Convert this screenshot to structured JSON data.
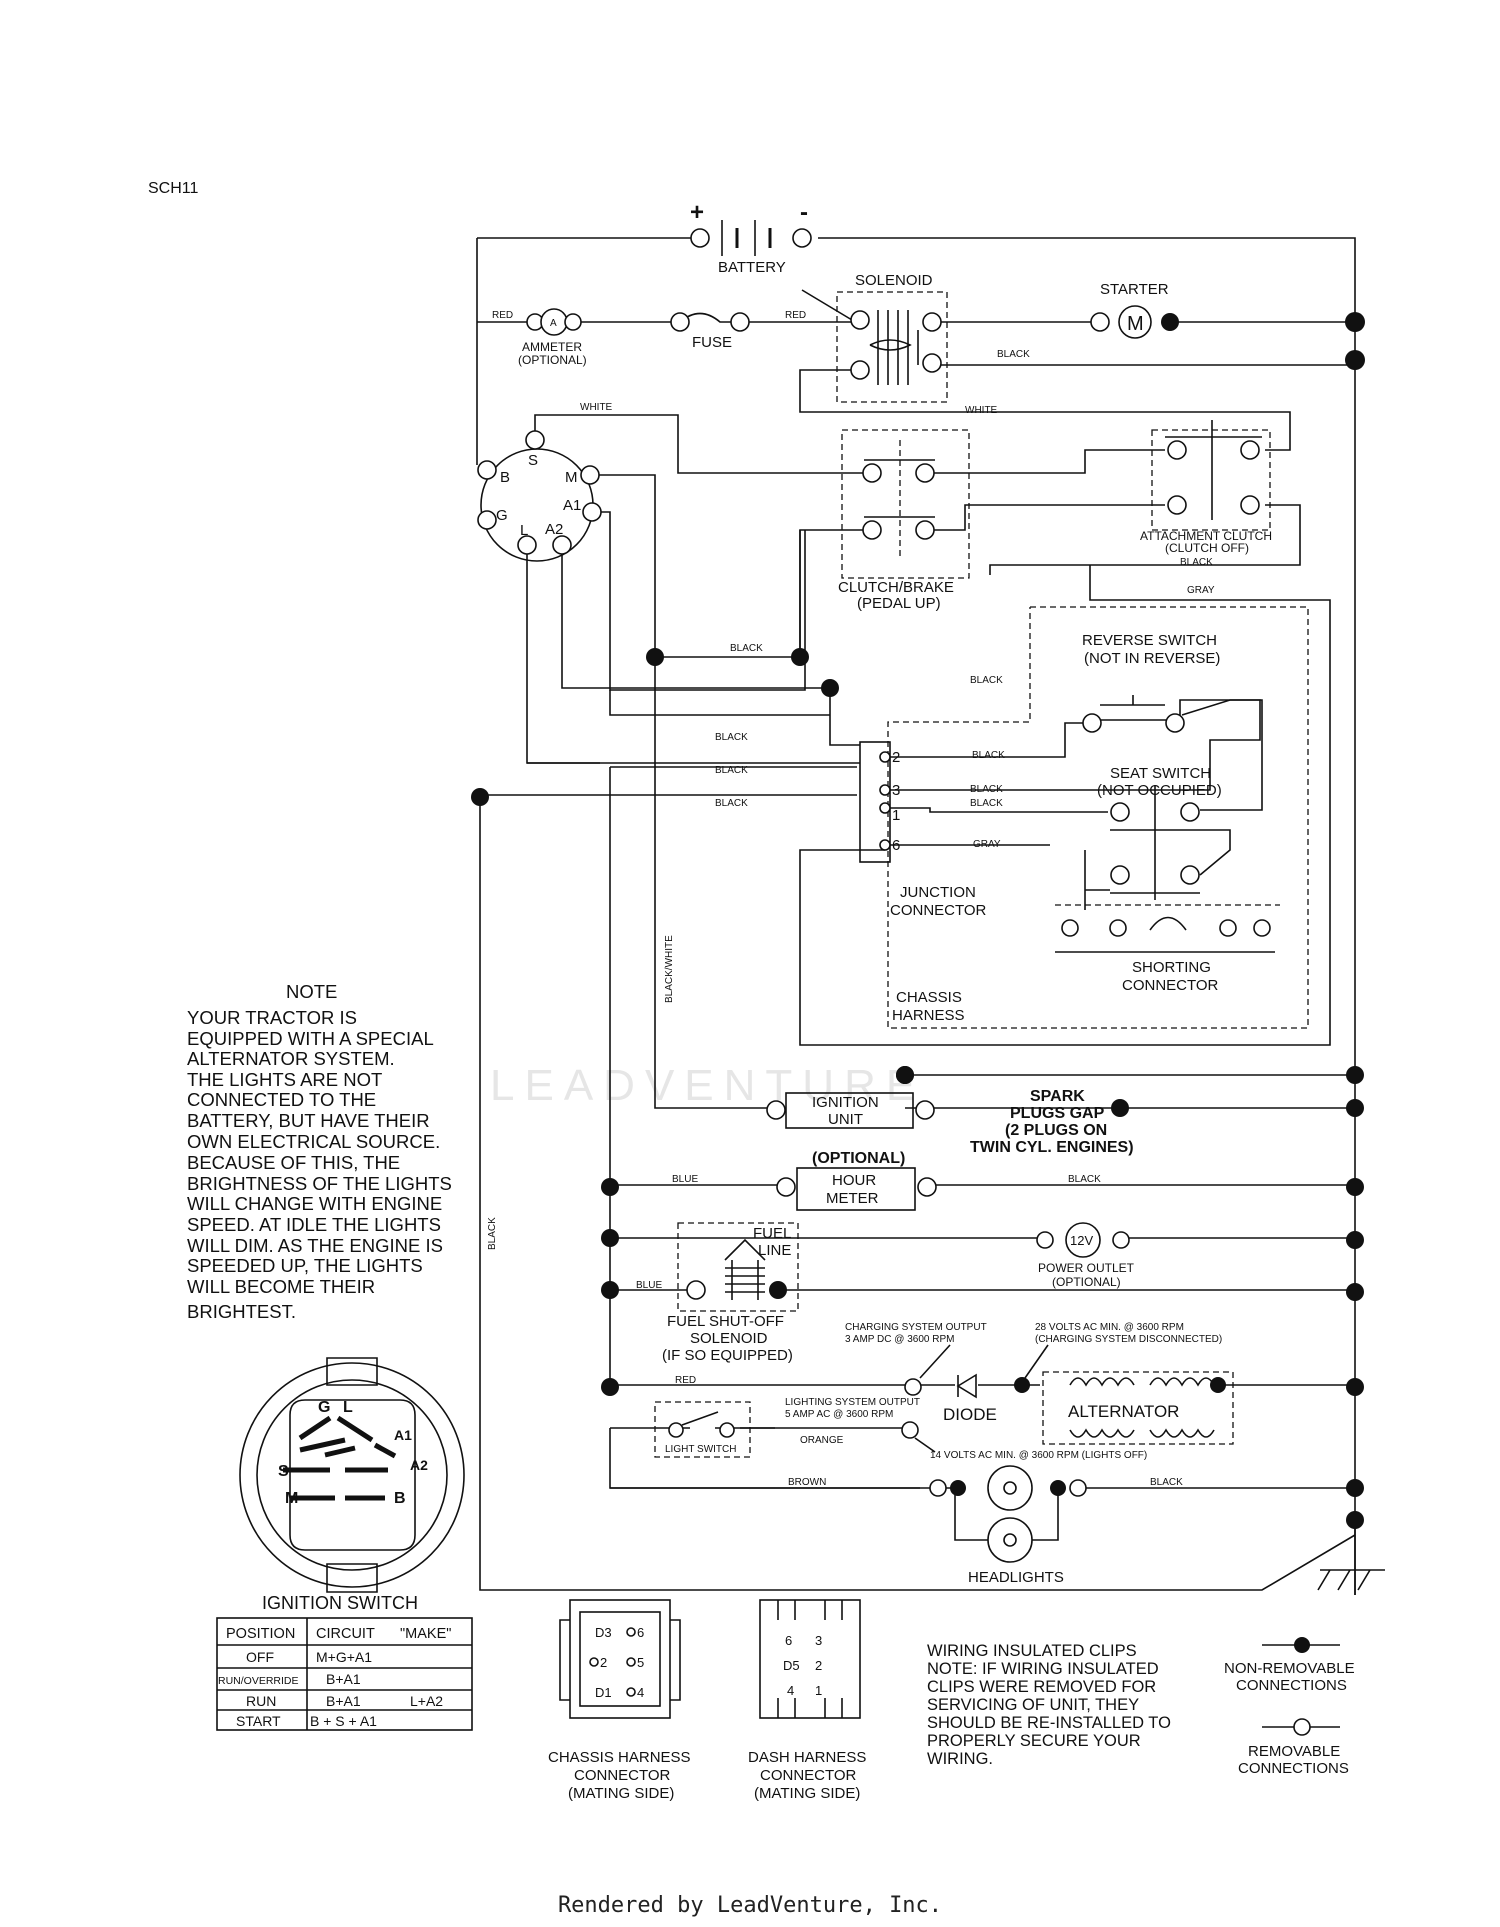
{
  "doc_code": "SCH11",
  "footer": "Rendered by LeadVenture, Inc.",
  "watermark": "LEADVENTURE",
  "components": {
    "battery": "BATTERY",
    "battery_plus": "+",
    "battery_minus": "-",
    "solenoid": "SOLENOID",
    "starter": "STARTER",
    "starter_symbol": "M",
    "ammeter": "AMMETER",
    "ammeter_opt": "(OPTIONAL)",
    "ammeter_symbol": "A",
    "fuse": "FUSE",
    "clutch_brake": "CLUTCH/BRAKE",
    "pedal_up": "(PEDAL UP)",
    "attach_clutch": "ATTACHMENT CLUTCH",
    "clutch_off": "(CLUTCH OFF)",
    "reverse_switch": "REVERSE SWITCH",
    "not_in_reverse": "(NOT IN REVERSE)",
    "seat_switch": "SEAT SWITCH",
    "not_occupied": "(NOT OCCUPIED)",
    "junction_1": "JUNCTION",
    "junction_2": "CONNECTOR",
    "shorting_1": "SHORTING",
    "shorting_2": "CONNECTOR",
    "chassis_1": "CHASSIS",
    "chassis_2": "HARNESS",
    "ignition_1": "IGNITION",
    "ignition_2": "UNIT",
    "spark_1": "SPARK",
    "spark_2": "PLUGS GAP",
    "spark_3": "(2 PLUGS ON",
    "spark_4": "TWIN CYL. ENGINES)",
    "optional": "(OPTIONAL)",
    "hour_1": "HOUR",
    "hour_2": "METER",
    "fuel_1": "FUEL",
    "fuel_2": "LINE",
    "power_symbol": "12V",
    "power_outlet": "POWER OUTLET",
    "power_opt": "(OPTIONAL)",
    "fso_1": "FUEL SHUT-OFF",
    "fso_2": "SOLENOID",
    "fso_3": "(IF SO EQUIPPED)",
    "charge_out_1": "CHARGING SYSTEM OUTPUT",
    "charge_out_2": "3 AMP DC @ 3600 RPM",
    "volts28_1": "28 VOLTS AC MIN. @ 3600 RPM",
    "volts28_2": "(CHARGING SYSTEM DISCONNECTED)",
    "diode": "DIODE",
    "alternator": "ALTERNATOR",
    "light_out_1": "LIGHTING SYSTEM OUTPUT",
    "light_out_2": "5 AMP AC @ 3600 RPM",
    "light_switch": "LIGHT SWITCH",
    "volts14": "14 VOLTS AC MIN. @ 3600 RPM (LIGHTS OFF)",
    "headlights": "HEADLIGHTS",
    "sw_S": "S",
    "sw_M": "M",
    "sw_B": "B",
    "sw_G": "G",
    "sw_L": "L",
    "sw_A1": "A1",
    "sw_A2": "A2",
    "pin_2": "2",
    "pin_3": "3",
    "pin_1": "1",
    "pin_6": "6"
  },
  "wire_labels": {
    "red": "RED",
    "black": "BLACK",
    "white": "WHITE",
    "gray": "GRAY",
    "blue": "BLUE",
    "orange": "ORANGE",
    "brown": "BROWN",
    "black_white": "BLACK/WHITE"
  },
  "note": {
    "title": "NOTE",
    "lines": [
      "YOUR TRACTOR IS",
      "EQUIPPED WITH A SPECIAL",
      "ALTERNATOR SYSTEM.",
      "THE LIGHTS ARE NOT",
      "CONNECTED TO THE",
      "BATTERY, BUT HAVE THEIR",
      "OWN ELECTRICAL SOURCE.",
      "BECAUSE OF THIS, THE",
      "BRIGHTNESS OF THE LIGHTS",
      "WILL CHANGE WITH ENGINE",
      "SPEED.  AT IDLE THE LIGHTS",
      "WILL DIM.  AS THE ENGINE IS",
      "SPEEDED UP, THE LIGHTS",
      "WILL BECOME THEIR",
      "BRIGHTEST."
    ]
  },
  "ignition_switch": {
    "title": "IGNITION SWITCH",
    "headers": [
      "POSITION",
      "CIRCUIT",
      "\"MAKE\""
    ],
    "rows": [
      [
        "OFF",
        "M+G+A1",
        ""
      ],
      [
        "RUN/OVERRIDE",
        "B+A1",
        ""
      ],
      [
        "RUN",
        "B+A1",
        "L+A2"
      ],
      [
        "START",
        "B + S + A1",
        ""
      ]
    ],
    "terminals": [
      "G",
      "L",
      "A1",
      "S",
      "A2",
      "M",
      "B"
    ]
  },
  "chassis_connector": {
    "label_1": "CHASSIS HARNESS",
    "label_2": "CONNECTOR",
    "label_3": "(MATING SIDE)",
    "pins": [
      "D3",
      "6",
      "2",
      "5",
      "D1",
      "4"
    ]
  },
  "dash_connector": {
    "label_1": "DASH HARNESS",
    "label_2": "CONNECTOR",
    "label_3": "(MATING SIDE)",
    "pins": [
      "6",
      "3",
      "D5",
      "2",
      "4",
      "1"
    ]
  },
  "clips_note": {
    "lines": [
      "WIRING INSULATED CLIPS",
      "NOTE: IF WIRING INSULATED",
      "CLIPS WERE REMOVED FOR",
      "SERVICING OF UNIT, THEY",
      "SHOULD BE RE-INSTALLED TO",
      "PROPERLY SECURE YOUR",
      "WIRING."
    ]
  },
  "legend": {
    "nonremovable_1": "NON-REMOVABLE",
    "nonremovable_2": "CONNECTIONS",
    "removable_1": "REMOVABLE",
    "removable_2": "CONNECTIONS"
  }
}
